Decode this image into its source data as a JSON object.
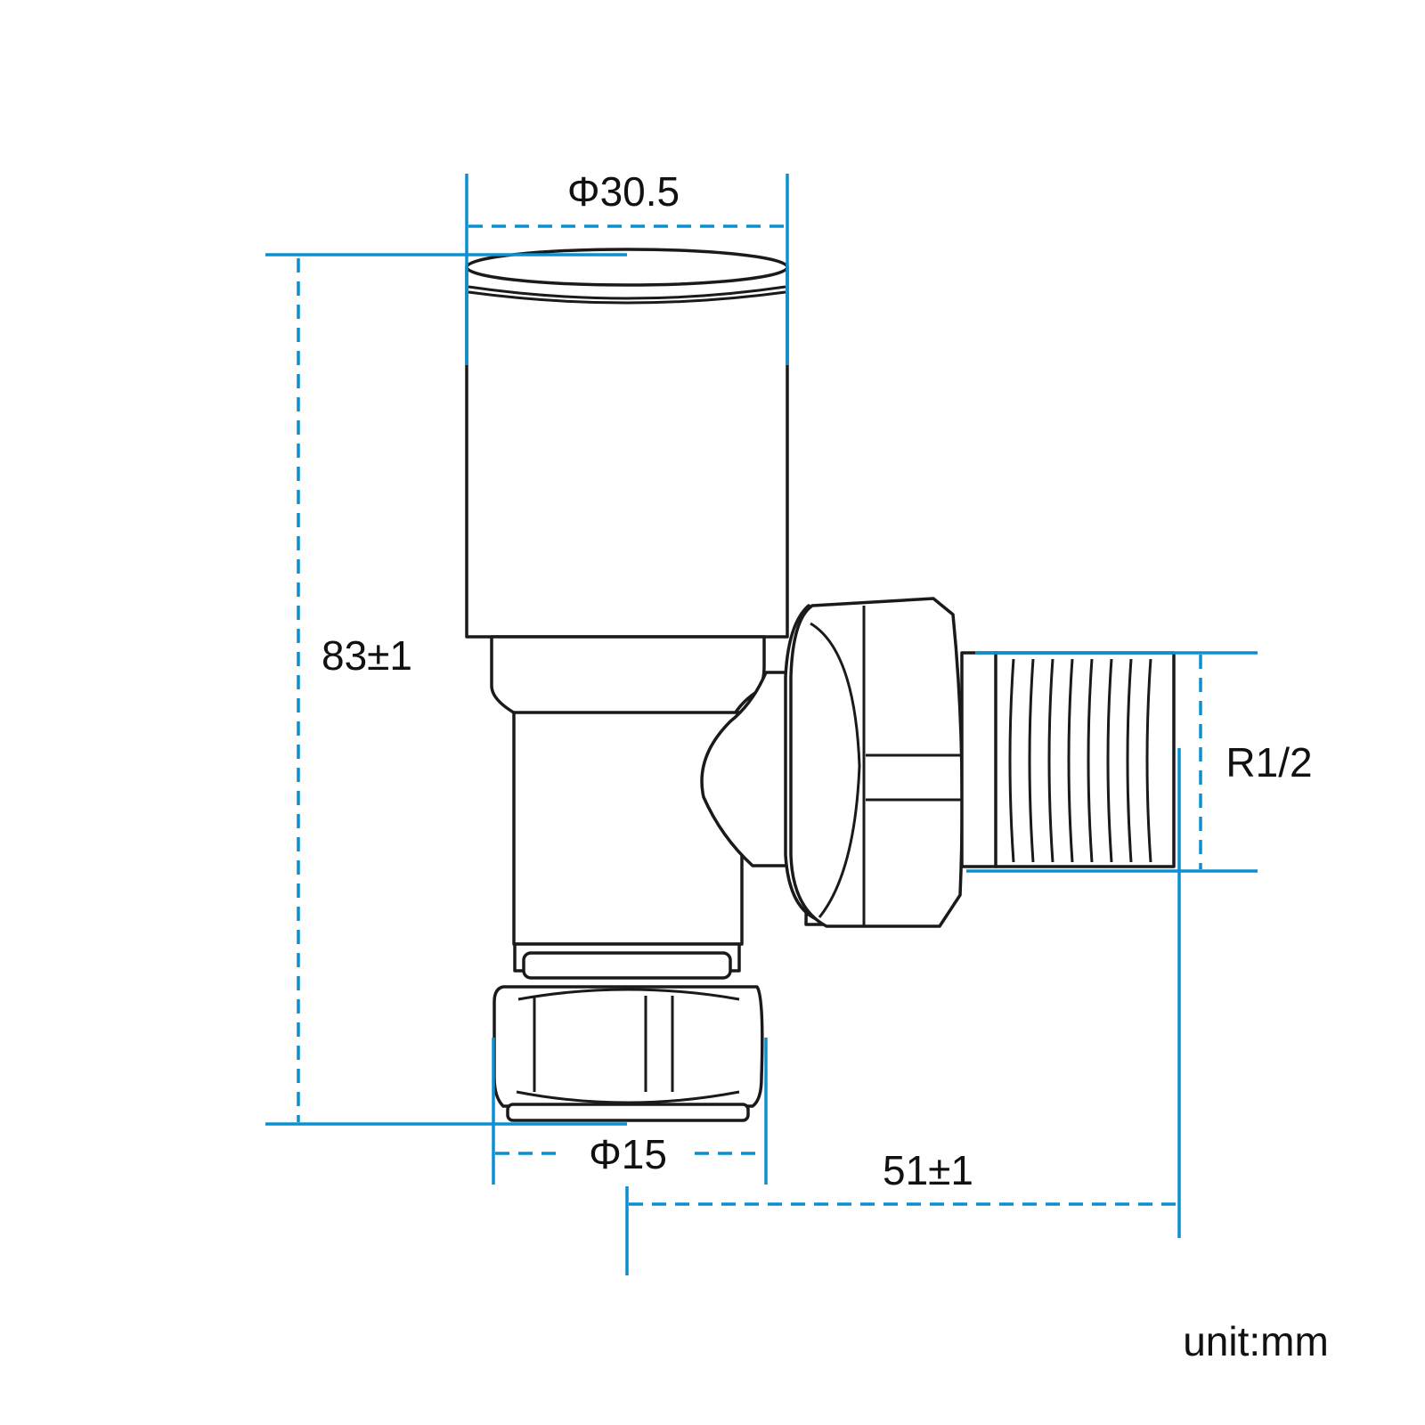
{
  "dimensions": {
    "top_diameter": "Φ30.5",
    "height": "83±1",
    "thread": "R1/2",
    "bottom_diameter": "Φ15",
    "offset": "51±1"
  },
  "unit_label": "unit:mm",
  "colors": {
    "dimension_line": "#0a8fd0",
    "outline": "#1a1a1a"
  }
}
